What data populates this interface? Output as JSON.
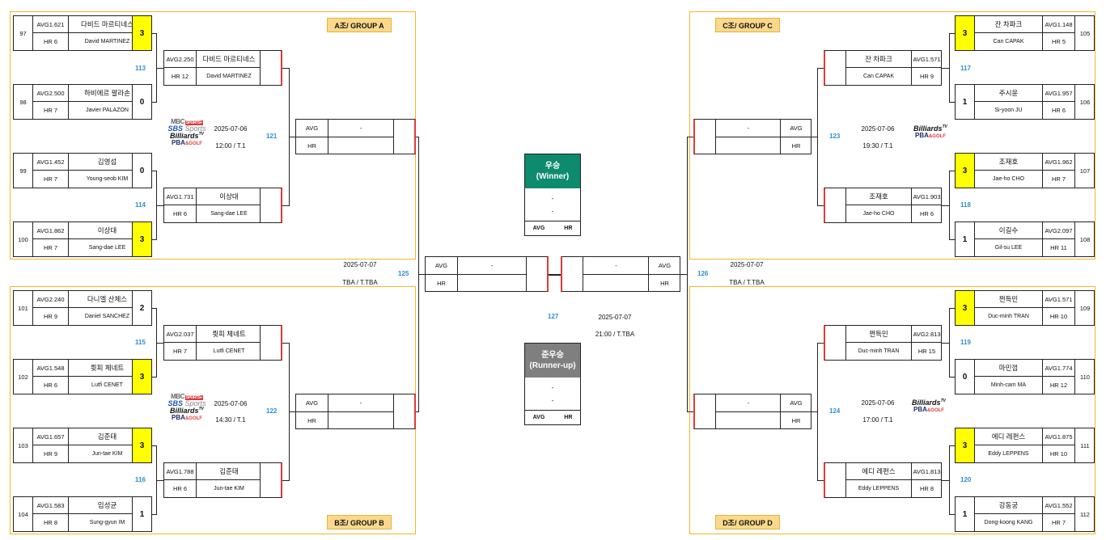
{
  "groups": {
    "a": {
      "tag": "A조/ GROUP A"
    },
    "b": {
      "tag": "B조/ GROUP B"
    },
    "c": {
      "tag": "C조/ GROUP C"
    },
    "d": {
      "tag": "D조/ GROUP D"
    }
  },
  "logos": {
    "mbc": "MBC",
    "mbc_badge": "SPORTS+",
    "sbs": "SBS",
    "sbs_sub": "Sports",
    "billiards": "Billiards",
    "tv": "TV",
    "pba": "PBA",
    "golf": "&GOLF"
  },
  "labels": {
    "avg": "AVG",
    "hr": "HR",
    "dash": "-"
  },
  "r1": {
    "p97": {
      "seed": "97",
      "avg": "AVG1.621",
      "hr": "HR 6",
      "kname": "다비드 마르티네스",
      "ename": "David MARTINEZ",
      "score": "3"
    },
    "p98": {
      "seed": "98",
      "avg": "AVG2.500",
      "hr": "HR 7",
      "kname": "하비에르 팔라손",
      "ename": "Javier PALAZON",
      "score": "0"
    },
    "p99": {
      "seed": "99",
      "avg": "AVG1.452",
      "hr": "HR 7",
      "kname": "김영섭",
      "ename": "Young-seob KIM",
      "score": "0"
    },
    "p100": {
      "seed": "100",
      "avg": "AVG1.862",
      "hr": "HR 7",
      "kname": "이상대",
      "ename": "Sang-dae LEE",
      "score": "3"
    },
    "p101": {
      "seed": "101",
      "avg": "AVG2.240",
      "hr": "HR 9",
      "kname": "다니엘 산체스",
      "ename": "Daniel SANCHEZ",
      "score": "2"
    },
    "p102": {
      "seed": "102",
      "avg": "AVG1.548",
      "hr": "HR 6",
      "kname": "륏피 체네트",
      "ename": "Lutfi CENET",
      "score": "3"
    },
    "p103": {
      "seed": "103",
      "avg": "AVG1.657",
      "hr": "HR 9",
      "kname": "김준태",
      "ename": "Jun-tae KIM",
      "score": "3"
    },
    "p104": {
      "seed": "104",
      "avg": "AVG1.583",
      "hr": "HR 8",
      "kname": "임성균",
      "ename": "Sung-gyun IM",
      "score": "1"
    },
    "p105": {
      "seed": "105",
      "avg": "AVG1.148",
      "hr": "HR 5",
      "kname": "잔 차파크",
      "ename": "Can CAPAK",
      "score": "3"
    },
    "p106": {
      "seed": "106",
      "avg": "AVG1.957",
      "hr": "HR 6",
      "kname": "주시윤",
      "ename": "Si-yoon JU",
      "score": "1"
    },
    "p107": {
      "seed": "107",
      "avg": "AVG1.962",
      "hr": "HR 7",
      "kname": "조재호",
      "ename": "Jae-ho CHO",
      "score": "3"
    },
    "p108": {
      "seed": "108",
      "avg": "AVG2.097",
      "hr": "HR 11",
      "kname": "이길수",
      "ename": "Gil-su LEE",
      "score": "1"
    },
    "p109": {
      "seed": "109",
      "avg": "AVG1.571",
      "hr": "HR 10",
      "kname": "쩐득민",
      "ename": "Duc-minh TRAN",
      "score": "3"
    },
    "p110": {
      "seed": "110",
      "avg": "AVG1.774",
      "hr": "HR 12",
      "kname": "마민껌",
      "ename": "Minh-cam MA",
      "score": "0"
    },
    "p111": {
      "seed": "111",
      "avg": "AVG1.875",
      "hr": "HR 10",
      "kname": "에디 레펀스",
      "ename": "Eddy LEPPENS",
      "score": "3"
    },
    "p112": {
      "seed": "112",
      "avg": "AVG1.552",
      "hr": "HR 7",
      "kname": "강동궁",
      "ename": "Dong-koong KANG",
      "score": "1"
    }
  },
  "r2": {
    "m113": {
      "num": "113",
      "avg": "AVG2.250",
      "hr": "HR 12",
      "kname": "다비드 마르티네스",
      "ename": "David MARTINEZ"
    },
    "m114": {
      "num": "114",
      "avg": "AVG1.731",
      "hr": "HR 6",
      "kname": "이상대",
      "ename": "Sang-dae LEE"
    },
    "m115": {
      "num": "115",
      "avg": "AVG2.037",
      "hr": "HR 7",
      "kname": "륏피 체네트",
      "ename": "Lutfi CENET"
    },
    "m116": {
      "num": "116",
      "avg": "AVG1.788",
      "hr": "HR 6",
      "kname": "김준태",
      "ename": "Jun-tae KIM"
    },
    "m117": {
      "num": "117",
      "avg": "AVG1.571",
      "hr": "HR 9",
      "kname": "잔 차파크",
      "ename": "Can CAPAK"
    },
    "m118": {
      "num": "118",
      "avg": "AVG1.903",
      "hr": "HR 6",
      "kname": "조재호",
      "ename": "Jae-ho CHO"
    },
    "m119": {
      "num": "119",
      "avg": "AVG2.813",
      "hr": "HR 15",
      "kname": "쩐득민",
      "ename": "Duc-minh TRAN"
    },
    "m120": {
      "num": "120",
      "avg": "AVG1.813",
      "hr": "HR 8",
      "kname": "에디 레펀스",
      "ename": "Eddy LEPPENS"
    }
  },
  "schedule": {
    "m121": {
      "num": "121",
      "date": "2025-07-06",
      "time": "12:00 / T.1"
    },
    "m122": {
      "num": "122",
      "date": "2025-07-06",
      "time": "14:30 / T.1"
    },
    "m123": {
      "num": "123",
      "date": "2025-07-06",
      "time": "19:30 / T.1"
    },
    "m124": {
      "num": "124",
      "date": "2025-07-06",
      "time": "17:00 / T.1"
    },
    "m125": {
      "num": "125",
      "date": "2025-07-07",
      "time": "TBA / T.TBA"
    },
    "m126": {
      "num": "126",
      "date": "2025-07-07",
      "time": "TBA / T.TBA"
    },
    "m127": {
      "num": "127",
      "date": "2025-07-07",
      "time": "21:00 / T.TBA"
    }
  },
  "winner": {
    "title": "우승",
    "sub": "(Winner)",
    "color": "#0e8a6e"
  },
  "runner": {
    "title": "준우승",
    "sub": "(Runner-up)",
    "color": "#7f7f7f"
  }
}
